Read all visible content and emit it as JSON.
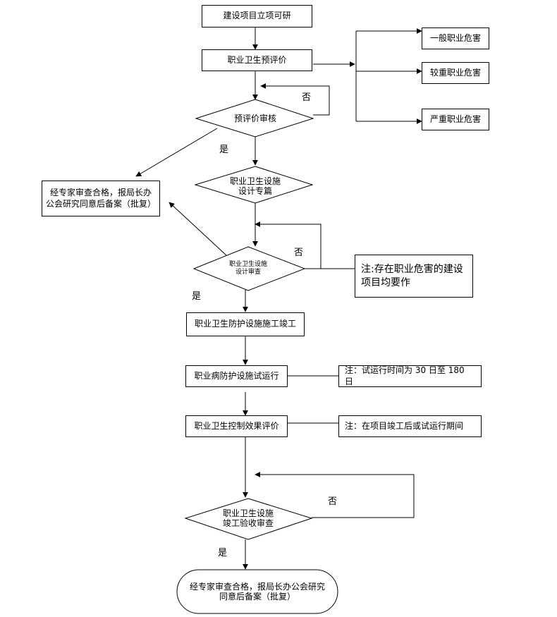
{
  "nodes": {
    "project_start": "建设项目立项可研",
    "pre_eval": "职业卫生预评价",
    "hazard_general": "一般职业危害",
    "hazard_serious": "较重职业危害",
    "hazard_severe": "严重职业危害",
    "pre_eval_review": "预评价审核",
    "design_chapter": "职业卫生设施\n设计专篇",
    "expert_file_1": "经专家审查合格，报局长办\n公会研究同意后备案（批复）",
    "design_review": "职业卫生设施\n设计审查",
    "note_design": "注:存在职业危害的建设\n项目均要作",
    "construction_done": "职业卫生防护设施施工竣工",
    "trial_run": "职业病防护设施试运行",
    "note_trial": "注：试运行时间为 30 日至 180 日",
    "control_eval": "职业卫生控制效果评价",
    "note_control": "注：在项目竣工后或试运行期间",
    "acceptance_review": "职业卫生设施\n竣工验收审查",
    "expert_file_final": "经专家审查合格，报局长办公会研究\n同意后备案（批复）"
  },
  "labels": {
    "no_1": "否",
    "yes_1": "是",
    "no_2": "否",
    "yes_2": "是",
    "no_3": "否",
    "yes_3": "是"
  }
}
